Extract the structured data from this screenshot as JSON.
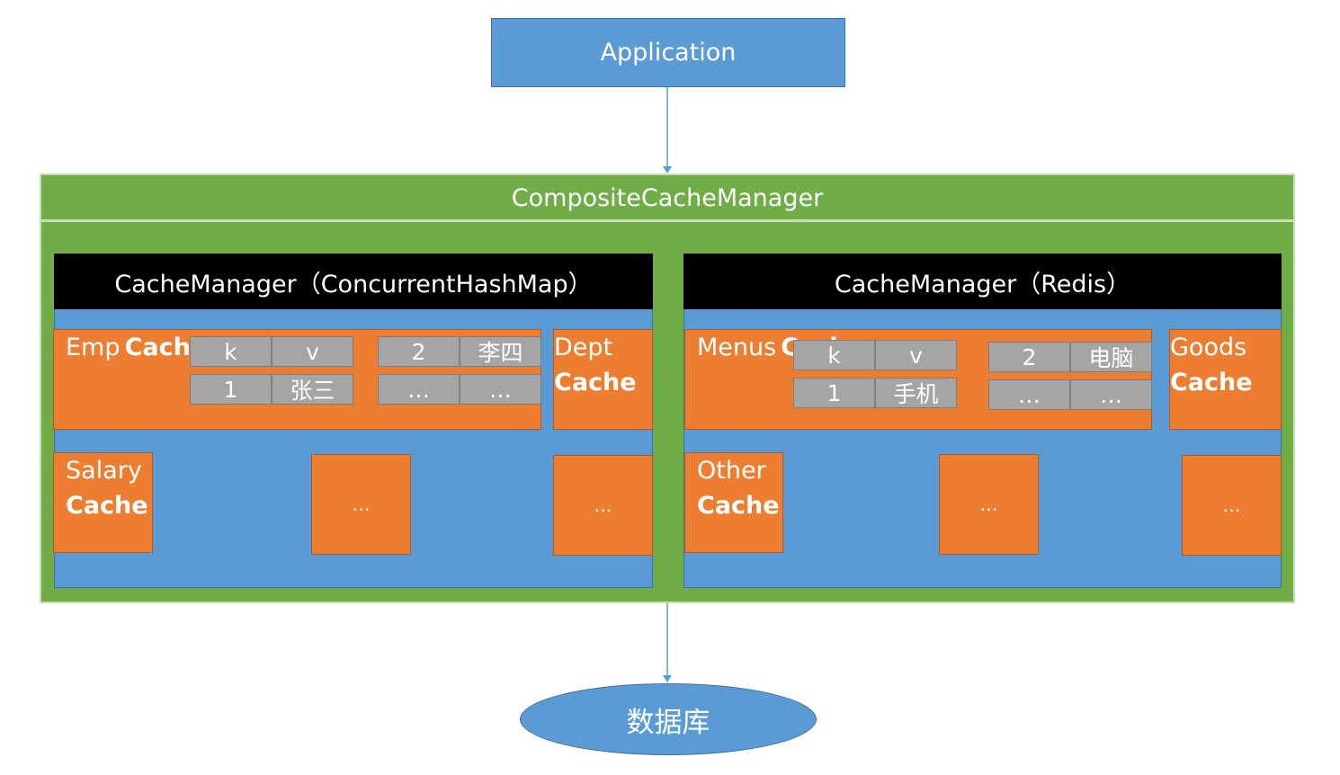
{
  "application": "Application",
  "composite_manager": "CompositeCacheManager",
  "database": "数据库",
  "left_manager": {
    "title": "CacheManager（ConcurrentHashMap）",
    "emp_cache": {
      "name": "Emp",
      "suffix": "Cache",
      "table1": [
        [
          "k",
          "v"
        ],
        [
          "1",
          "张三"
        ]
      ],
      "table2": [
        [
          "2",
          "李四"
        ],
        [
          "…",
          "…"
        ]
      ]
    },
    "dept_cache": {
      "name": "Dept",
      "suffix": "Cache"
    },
    "salary_cache": {
      "name": "Salary",
      "suffix": "Cache"
    },
    "more_1": "…",
    "more_2": "…"
  },
  "right_manager": {
    "title": "CacheManager（Redis）",
    "menus_cache": {
      "name": "Menus",
      "suffix": "Cache",
      "table1": [
        [
          "k",
          "v"
        ],
        [
          "1",
          "手机"
        ]
      ],
      "table2": [
        [
          "2",
          "电脑"
        ],
        [
          "…",
          "…"
        ]
      ]
    },
    "goods_cache": {
      "name": "Goods",
      "suffix": "Cache"
    },
    "other_cache": {
      "name": "Other",
      "suffix": "Cache"
    },
    "more_1": "…",
    "more_2": "…"
  },
  "colors": {
    "blue": "#5b9bd5",
    "green": "#70ad47",
    "orange": "#ed7d31",
    "gray": "#a5a5a5",
    "black": "#000000"
  }
}
